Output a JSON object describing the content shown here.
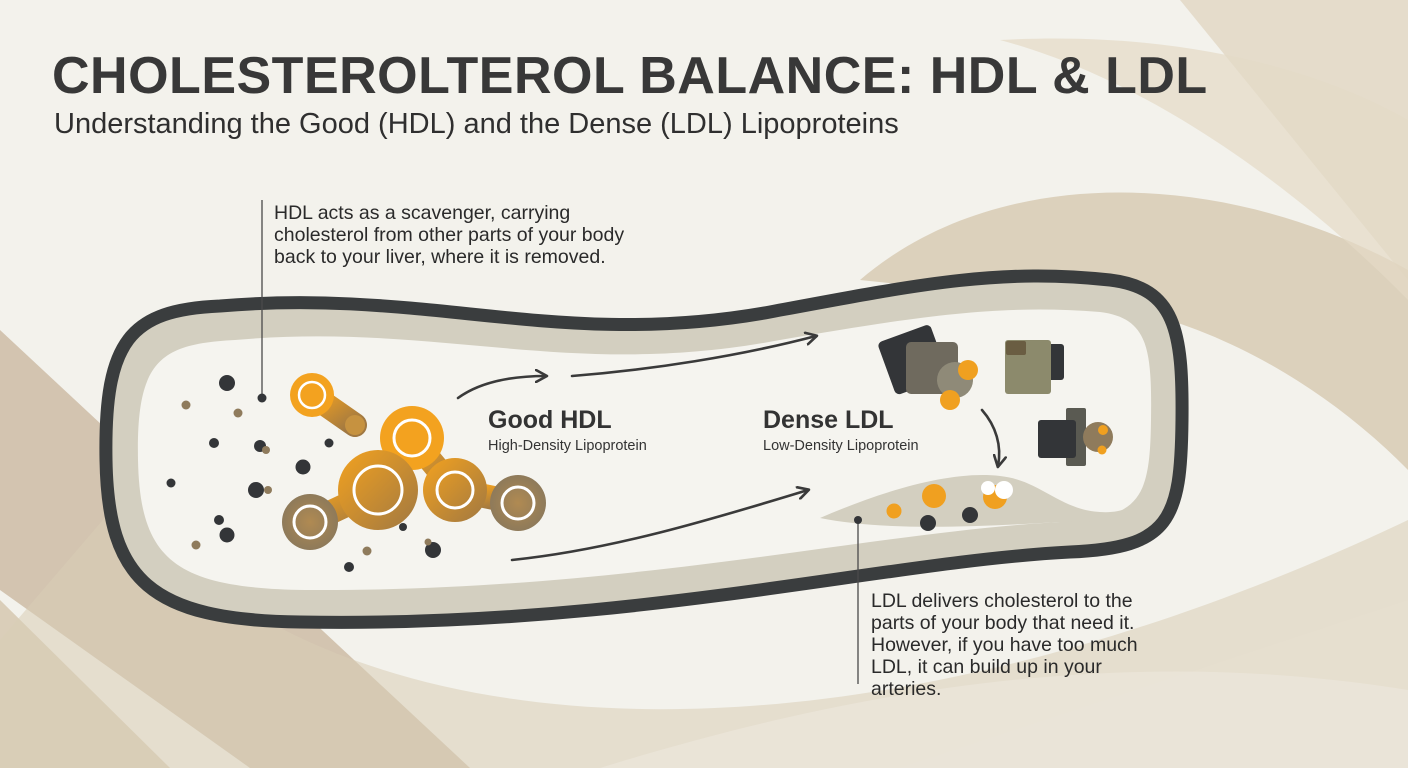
{
  "header": {
    "title": "CHOLESTEROLTEROL BALANCE: HDL & LDL",
    "subtitle": "Understanding the Good (HDL) and the Dense (LDL) Lipoproteins"
  },
  "hdl": {
    "name": "Good HDL",
    "full_name": "High-Density Lipoprotein",
    "callout": "HDL acts as a scavenger, carrying cholesterol from other parts of your body back to your liver, where it is removed."
  },
  "ldl": {
    "name": "Dense LDL",
    "full_name": "Low-Density Lipoprotein",
    "callout": "LDL delivers cholesterol to the parts of your body that need it. However, if you have too much LDL, it can build up in your arteries."
  },
  "colors": {
    "background": "#f3f2ec",
    "vessel_outline": "#3a3d3e",
    "vessel_wall": "#d3cfc0",
    "vessel_inner": "#f5f4ef",
    "accent_orange": "#f0a020",
    "particle_dark": "#333538",
    "plaque_brown": "#8f7b5c",
    "bg_tan": "#cdbb9c"
  }
}
